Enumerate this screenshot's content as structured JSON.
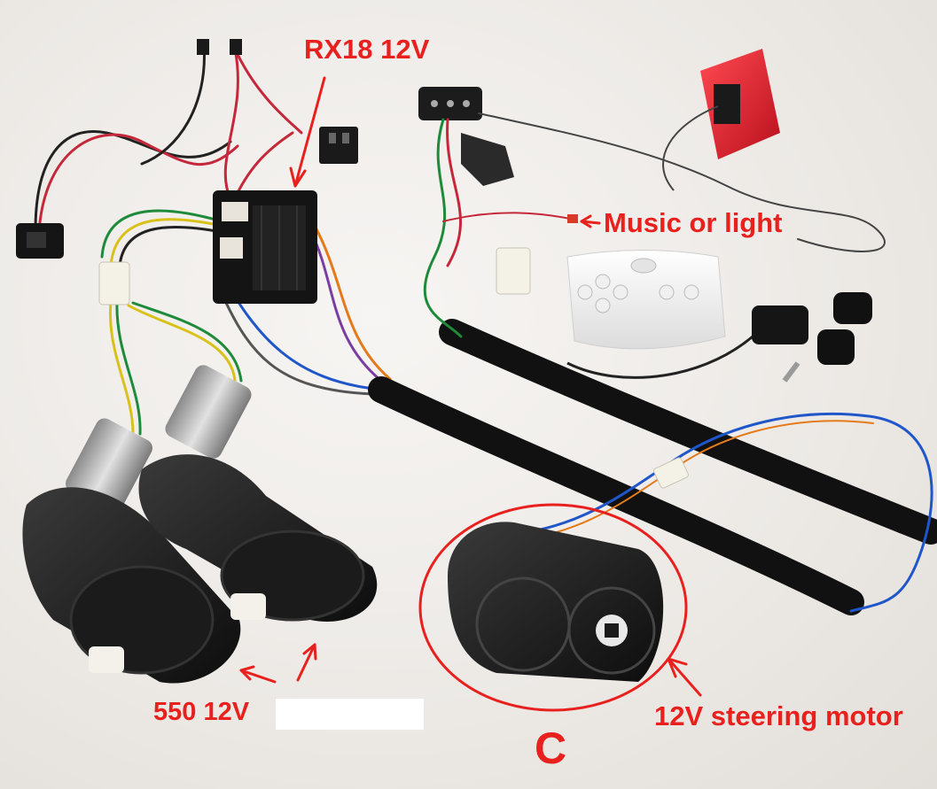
{
  "colors": {
    "annotation": "#e8201e",
    "background": "#efece8"
  },
  "labels": {
    "controller": "RX18 12V",
    "music": "Music or light",
    "drive_motor": "550 12V",
    "steering_motor": "12V steering motor",
    "letter": "C"
  }
}
